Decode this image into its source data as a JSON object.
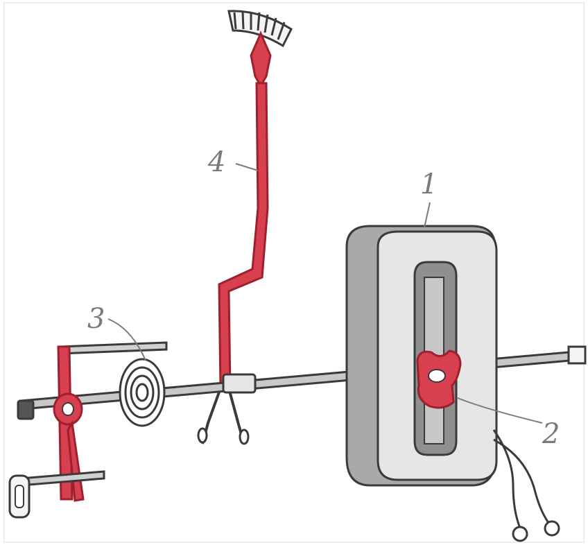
{
  "labels": {
    "core": "1",
    "iron_vane": "2",
    "spring": "3",
    "pointer": "4"
  },
  "colors": {
    "core_face": "#e6e6e6",
    "core_side": "#a9a9a9",
    "core_window": "#8f8f8f",
    "outline": "#3a3a3a",
    "red_part": "#d7404f",
    "red_dark": "#9e1f2d",
    "shaft": "#c8c8c8",
    "label_gray": "#7a7a7a"
  },
  "icons": {
    "scale": "scale-arc-icon",
    "terminal": "terminal-loop-icon"
  }
}
